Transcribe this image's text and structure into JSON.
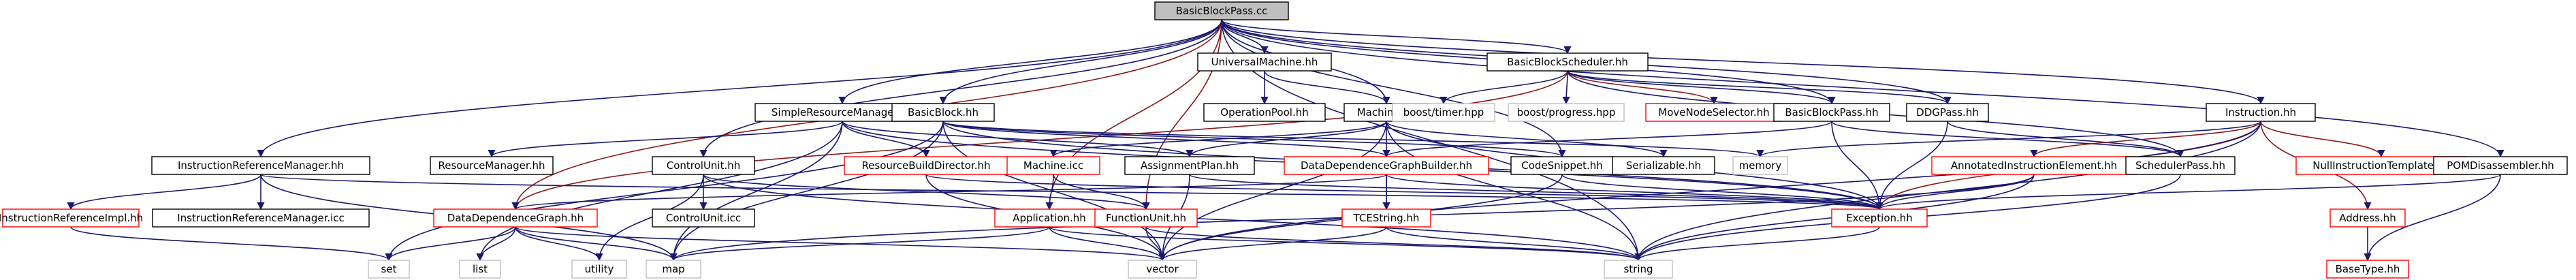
{
  "colors": {
    "normal_border": "#bfbfbf",
    "linked_border": "#000000",
    "missing_border": "#ff0000",
    "root_fill": "#bfbfbf",
    "edge_main": "#191970",
    "edge_red": "#8b1a1a",
    "edge_gray": "#a9a9a9",
    "edge_green": "#006400"
  },
  "nodes": [
    {
      "id": "root",
      "label": "BasicBlockPass.cc",
      "style": "root"
    },
    {
      "id": "um",
      "label": "UniversalMachine.hh",
      "style": "linked"
    },
    {
      "id": "bbs",
      "label": "BasicBlockScheduler.hh",
      "style": "linked"
    },
    {
      "id": "srm",
      "label": "SimpleResourceManager.hh",
      "style": "linked"
    },
    {
      "id": "bb",
      "label": "BasicBlock.hh",
      "style": "linked"
    },
    {
      "id": "op",
      "label": "OperationPool.hh",
      "style": "linked"
    },
    {
      "id": "mach",
      "label": "Machine.hh",
      "style": "linked"
    },
    {
      "id": "timer",
      "label": "boost/timer.hpp",
      "style": "plain"
    },
    {
      "id": "progress",
      "label": "boost/progress.hpp",
      "style": "plain"
    },
    {
      "id": "mns",
      "label": "MoveNodeSelector.hh",
      "style": "missing"
    },
    {
      "id": "bbp",
      "label": "BasicBlockPass.hh",
      "style": "linked"
    },
    {
      "id": "ddgp",
      "label": "DDGPass.hh",
      "style": "linked"
    },
    {
      "id": "instr",
      "label": "Instruction.hh",
      "style": "linked"
    },
    {
      "id": "irm",
      "label": "InstructionReferenceManager.hh",
      "style": "linked"
    },
    {
      "id": "rm",
      "label": "ResourceManager.hh",
      "style": "linked"
    },
    {
      "id": "cu",
      "label": "ControlUnit.hh",
      "style": "linked"
    },
    {
      "id": "rbd",
      "label": "ResourceBuildDirector.hh",
      "style": "missing"
    },
    {
      "id": "micc",
      "label": "Machine.icc",
      "style": "missing"
    },
    {
      "id": "ap",
      "label": "AssignmentPlan.hh",
      "style": "linked"
    },
    {
      "id": "ddgb",
      "label": "DataDependenceGraphBuilder.hh",
      "style": "missing"
    },
    {
      "id": "cs",
      "label": "CodeSnippet.hh",
      "style": "linked"
    },
    {
      "id": "ser",
      "label": "Serializable.hh",
      "style": "linked"
    },
    {
      "id": "memory",
      "label": "memory",
      "style": "plain"
    },
    {
      "id": "aie",
      "label": "AnnotatedInstructionElement.hh",
      "style": "missing"
    },
    {
      "id": "sp",
      "label": "SchedulerPass.hh",
      "style": "linked"
    },
    {
      "id": "nit",
      "label": "NullInstructionTemplate.hh",
      "style": "missing"
    },
    {
      "id": "pomd",
      "label": "POMDisassembler.hh",
      "style": "linked"
    },
    {
      "id": "iri",
      "label": "InstructionReferenceImpl.hh",
      "style": "missing"
    },
    {
      "id": "irmicc",
      "label": "InstructionReferenceManager.icc",
      "style": "linked"
    },
    {
      "id": "ddg",
      "label": "DataDependenceGraph.hh",
      "style": "missing"
    },
    {
      "id": "cuicc",
      "label": "ControlUnit.icc",
      "style": "linked"
    },
    {
      "id": "app",
      "label": "Application.hh",
      "style": "missing"
    },
    {
      "id": "fu",
      "label": "FunctionUnit.hh",
      "style": "missing"
    },
    {
      "id": "tce",
      "label": "TCEString.hh",
      "style": "missing"
    },
    {
      "id": "exc",
      "label": "Exception.hh",
      "style": "missing"
    },
    {
      "id": "addr",
      "label": "Address.hh",
      "style": "missing"
    },
    {
      "id": "set",
      "label": "set",
      "style": "plain"
    },
    {
      "id": "list",
      "label": "list",
      "style": "plain"
    },
    {
      "id": "utility",
      "label": "utility",
      "style": "plain"
    },
    {
      "id": "map",
      "label": "map",
      "style": "plain"
    },
    {
      "id": "vector",
      "label": "vector",
      "style": "plain"
    },
    {
      "id": "string",
      "label": "string",
      "style": "plain"
    },
    {
      "id": "bt",
      "label": "BaseType.hh",
      "style": "missing"
    }
  ],
  "edges": [
    [
      "root",
      "um"
    ],
    [
      "root",
      "bbs"
    ],
    [
      "root",
      "srm"
    ],
    [
      "root",
      "bb"
    ],
    [
      "root",
      "mach"
    ],
    [
      "root",
      "bbp"
    ],
    [
      "root",
      "ddgp"
    ],
    [
      "root",
      "instr"
    ],
    [
      "root",
      "irm"
    ],
    [
      "root",
      "cu"
    ],
    [
      "root",
      "app"
    ],
    [
      "root",
      "fu"
    ],
    [
      "root",
      "pomd"
    ],
    [
      "root",
      "cs"
    ],
    [
      "root",
      "ddg"
    ],
    [
      "root",
      "string"
    ],
    [
      "um",
      "op"
    ],
    [
      "um",
      "mach"
    ],
    [
      "bbs",
      "timer"
    ],
    [
      "bbs",
      "progress"
    ],
    [
      "bbs",
      "mns"
    ],
    [
      "bbs",
      "bbp"
    ],
    [
      "bbs",
      "ddgp"
    ],
    [
      "bbs",
      "ddg"
    ],
    [
      "bbs",
      "sp"
    ],
    [
      "srm",
      "rm"
    ],
    [
      "srm",
      "rbd"
    ],
    [
      "srm",
      "ap"
    ],
    [
      "srm",
      "list"
    ],
    [
      "srm",
      "map"
    ],
    [
      "srm",
      "exc"
    ],
    [
      "bb",
      "map"
    ],
    [
      "bb",
      "vector"
    ],
    [
      "bb",
      "set"
    ],
    [
      "bb",
      "memory"
    ],
    [
      "bb",
      "ddgb"
    ],
    [
      "bb",
      "cs"
    ],
    [
      "bb",
      "exc"
    ],
    [
      "mach",
      "micc"
    ],
    [
      "mach",
      "ser"
    ],
    [
      "mach",
      "exc"
    ],
    [
      "mach",
      "tce"
    ],
    [
      "mach",
      "string"
    ],
    [
      "mach",
      "vector"
    ],
    [
      "mach",
      "ap"
    ],
    [
      "micc",
      "app"
    ],
    [
      "micc",
      "fu"
    ],
    [
      "bbp",
      "exc"
    ],
    [
      "bbp",
      "ddgb"
    ],
    [
      "bbp",
      "sp"
    ],
    [
      "ddgp",
      "exc"
    ],
    [
      "ddgp",
      "sp"
    ],
    [
      "instr",
      "memory"
    ],
    [
      "instr",
      "aie"
    ],
    [
      "instr",
      "nit"
    ],
    [
      "instr",
      "exc"
    ],
    [
      "instr",
      "addr"
    ],
    [
      "instr",
      "vector"
    ],
    [
      "instr",
      "string"
    ],
    [
      "irm",
      "iri"
    ],
    [
      "irm",
      "irmicc"
    ],
    [
      "irm",
      "map"
    ],
    [
      "irm",
      "exc"
    ],
    [
      "iri",
      "set"
    ],
    [
      "cu",
      "cuicc"
    ],
    [
      "cu",
      "utility"
    ],
    [
      "cu",
      "string"
    ],
    [
      "cu",
      "fu"
    ],
    [
      "rbd",
      "vector"
    ],
    [
      "rbd",
      "exc"
    ],
    [
      "ap",
      "vector"
    ],
    [
      "ap",
      "exc"
    ],
    [
      "ddgb",
      "tce"
    ],
    [
      "ddgb",
      "ddg"
    ],
    [
      "ddgb",
      "exc"
    ],
    [
      "cs",
      "exc"
    ],
    [
      "cs",
      "vector"
    ],
    [
      "aie",
      "exc"
    ],
    [
      "aie",
      "map"
    ],
    [
      "aie",
      "string"
    ],
    [
      "sp",
      "string"
    ],
    [
      "pomd",
      "exc"
    ],
    [
      "pomd",
      "bt"
    ],
    [
      "ddg",
      "set"
    ],
    [
      "ddg",
      "list"
    ],
    [
      "ddg",
      "utility"
    ],
    [
      "ddg",
      "map"
    ],
    [
      "ddg",
      "vector"
    ],
    [
      "app",
      "map"
    ],
    [
      "app",
      "vector"
    ],
    [
      "app",
      "string"
    ],
    [
      "fu",
      "vector"
    ],
    [
      "fu",
      "string"
    ],
    [
      "tce",
      "string"
    ],
    [
      "tce",
      "vector"
    ],
    [
      "exc",
      "string"
    ],
    [
      "addr",
      "bt"
    ]
  ]
}
